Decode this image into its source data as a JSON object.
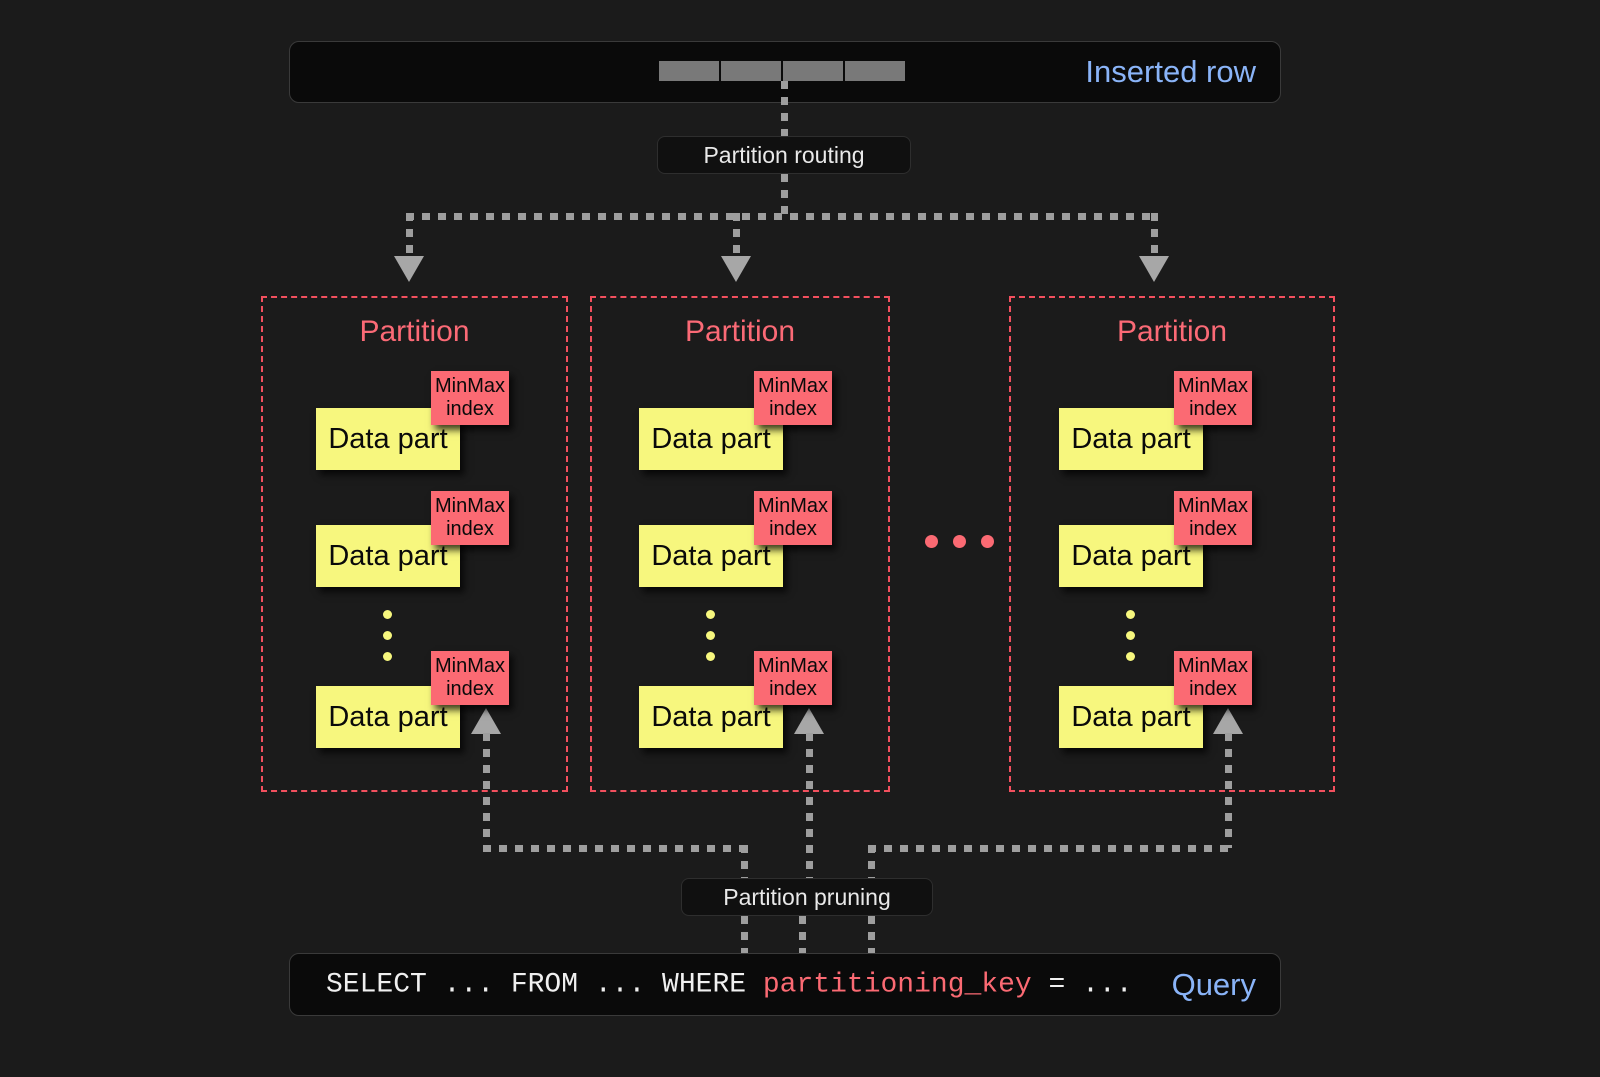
{
  "colors": {
    "background": "#1b1b1b",
    "panel_bg": "#0a0a0a",
    "accent_blue": "#8ab4f8",
    "accent_red": "#fb6a73",
    "partition_border": "#f2505e",
    "data_part_yellow": "#f7f77e",
    "connector_gray": "#9e9e9e"
  },
  "inserted_row": {
    "label": "Inserted row",
    "cell_count": 4
  },
  "routing": {
    "label": "Partition routing"
  },
  "pruning": {
    "label": "Partition pruning"
  },
  "partitions": [
    {
      "title": "Partition",
      "parts": [
        {
          "data_part_label": "Data part",
          "index_label": "MinMax\nindex"
        },
        {
          "data_part_label": "Data part",
          "index_label": "MinMax\nindex"
        },
        {
          "data_part_label": "Data part",
          "index_label": "MinMax\nindex"
        }
      ],
      "ellipsis_dots": 3
    },
    {
      "title": "Partition",
      "parts": [
        {
          "data_part_label": "Data part",
          "index_label": "MinMax\nindex"
        },
        {
          "data_part_label": "Data part",
          "index_label": "MinMax\nindex"
        },
        {
          "data_part_label": "Data part",
          "index_label": "MinMax\nindex"
        }
      ],
      "ellipsis_dots": 3
    },
    {
      "title": "Partition",
      "parts": [
        {
          "data_part_label": "Data part",
          "index_label": "MinMax\nindex"
        },
        {
          "data_part_label": "Data part",
          "index_label": "MinMax\nindex"
        },
        {
          "data_part_label": "Data part",
          "index_label": "MinMax\nindex"
        }
      ],
      "ellipsis_dots": 3
    }
  ],
  "between_partitions_ellipsis_dots": 3,
  "query": {
    "label": "Query",
    "prefix": "SELECT ... FROM ... WHERE ",
    "key": "partitioning_key",
    "suffix": " = ..."
  },
  "minmax_line1": "MinMax",
  "minmax_line2": "index"
}
